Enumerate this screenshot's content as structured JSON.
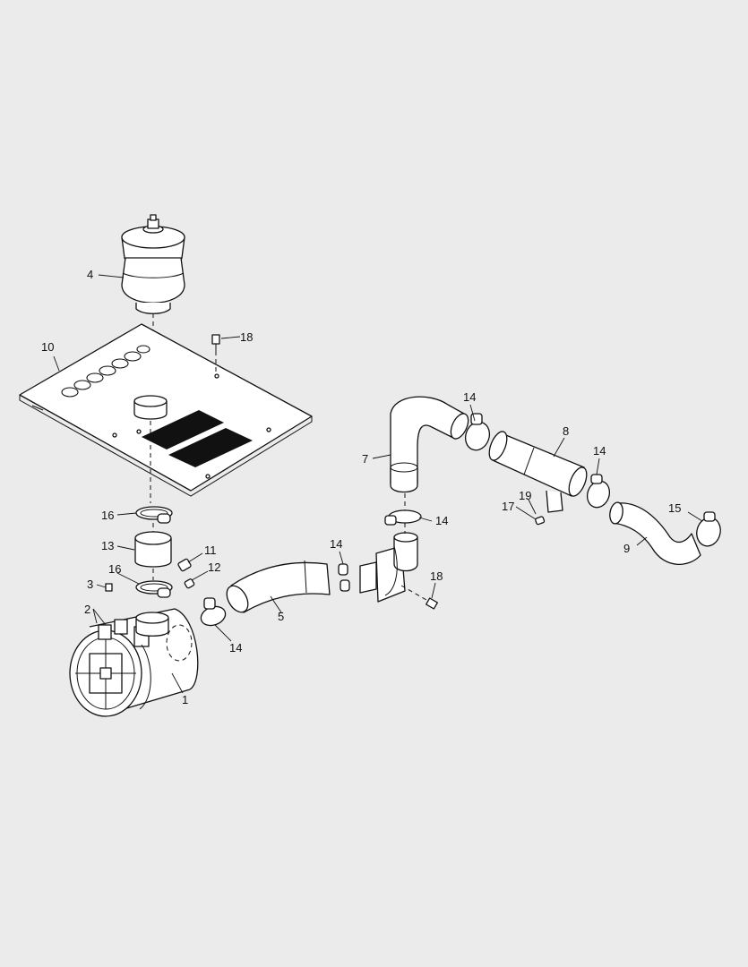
{
  "diagram": {
    "callouts": [
      {
        "id": "c1",
        "label": "1"
      },
      {
        "id": "c2",
        "label": "2"
      },
      {
        "id": "c3",
        "label": "3"
      },
      {
        "id": "c4",
        "label": "4"
      },
      {
        "id": "c5",
        "label": "5"
      },
      {
        "id": "c7",
        "label": "7"
      },
      {
        "id": "c8",
        "label": "8"
      },
      {
        "id": "c9",
        "label": "9"
      },
      {
        "id": "c10",
        "label": "10"
      },
      {
        "id": "c11",
        "label": "11"
      },
      {
        "id": "c12",
        "label": "12"
      },
      {
        "id": "c13",
        "label": "13"
      },
      {
        "id": "c14a",
        "label": "14"
      },
      {
        "id": "c14b",
        "label": "14"
      },
      {
        "id": "c14c",
        "label": "14"
      },
      {
        "id": "c14d",
        "label": "14"
      },
      {
        "id": "c14e",
        "label": "14"
      },
      {
        "id": "c15",
        "label": "15"
      },
      {
        "id": "c16a",
        "label": "16"
      },
      {
        "id": "c16b",
        "label": "16"
      },
      {
        "id": "c17",
        "label": "17"
      },
      {
        "id": "c18a",
        "label": "18"
      },
      {
        "id": "c18b",
        "label": "18"
      },
      {
        "id": "c19",
        "label": "19"
      }
    ]
  }
}
